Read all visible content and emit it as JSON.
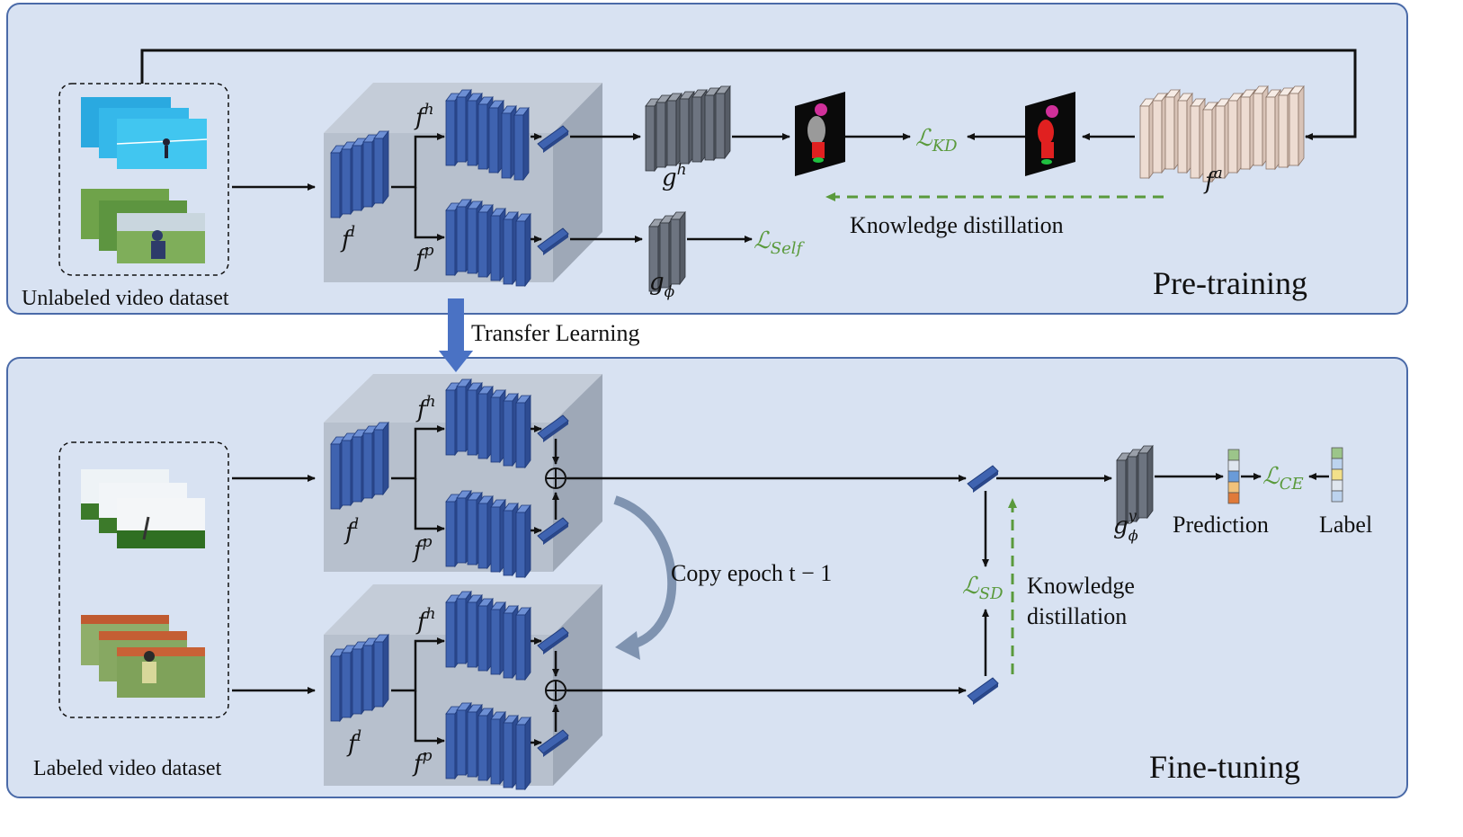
{
  "panels": {
    "pretraining": {
      "title": "Pre-training",
      "dataset_label": "Unlabeled video dataset",
      "kd_label": "Knowledge distillation"
    },
    "finetuning": {
      "title": "Fine-tuning",
      "dataset_label": "Labeled video dataset",
      "kd_label_line1": "Knowledge",
      "kd_label_line2": "distillation",
      "copy_label": "Copy epoch t − 1",
      "prediction_label": "Prediction",
      "label_label": "Label"
    }
  },
  "transfer_label": "Transfer Learning",
  "symbols": {
    "fh": "f",
    "fh_sup": "h",
    "fp": "f",
    "fp_sup": "p",
    "fl": "f",
    "fl_sup": "l",
    "gh": "g",
    "gh_sup": "h",
    "gphi": "g",
    "gphi_sub": "ϕ",
    "fa": "f",
    "fa_sup": "a",
    "gyphi": "g",
    "gyphi_sup": "y",
    "gyphi_sub": "ϕ"
  },
  "losses": {
    "kd": "ℒ",
    "kd_sub": "KD",
    "self": "ℒ",
    "self_sub": "Self",
    "ce": "ℒ",
    "ce_sub": "CE",
    "sd": "ℒ",
    "sd_sub": "SD"
  },
  "colors": {
    "panel_bg": "#d8e2f2",
    "panel_border": "#4a6aa8",
    "block_blue": "#3f63b0",
    "block_gray": "#6d7480",
    "teacher_beige": "#eddcd2",
    "loss_green": "#5a9a3c",
    "arrow_blue": "#4a72c4"
  }
}
